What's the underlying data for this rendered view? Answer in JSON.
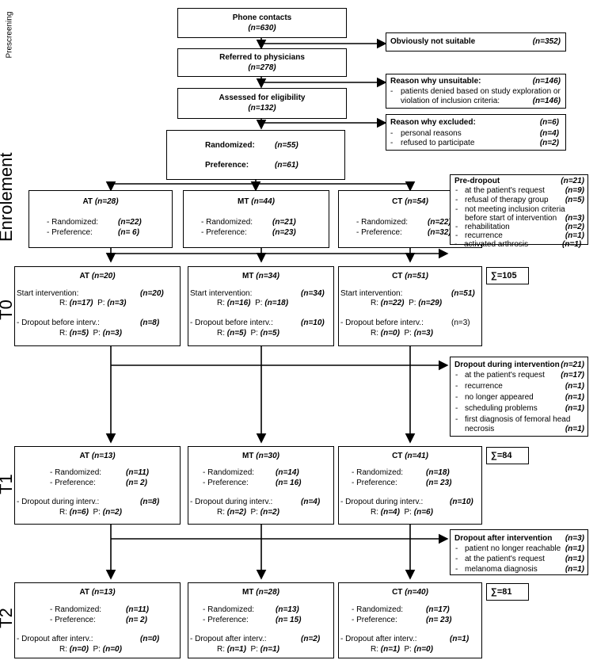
{
  "side_labels": {
    "prescreening": "Prescreening",
    "enrolement": "Enrolement",
    "t0": "T0",
    "t1": "T1",
    "t2": "T2"
  },
  "phone": {
    "title": "Phone contacts",
    "n": "(n=630)"
  },
  "not_suitable": {
    "label": "Obviously not suitable",
    "n": "(n=352)"
  },
  "referred": {
    "title": "Referred to physicians",
    "n": "(n=278)"
  },
  "unsuitable": {
    "title": "Reason why unsuitable:",
    "n": "(n=146)",
    "item_line1": "patients denied based on study exploration or",
    "item_line2": "violation of inclusion criteria:",
    "item_n": "(n=146)"
  },
  "assessed": {
    "title": "Assessed for eligibility",
    "n": "(n=132)"
  },
  "excluded": {
    "title": "Reason why excluded:",
    "n": "(n=6)",
    "items": [
      {
        "label": "personal reasons",
        "n": "(n=4)"
      },
      {
        "label": "refused to participate",
        "n": "(n=2)"
      }
    ]
  },
  "allocation": {
    "randomized_label": "Randomized:",
    "randomized_n": "(n=55)",
    "preference_label": "Preference:",
    "preference_n": "(n=61)"
  },
  "groups": [
    {
      "name": "AT",
      "n": "(n=28)",
      "rand": "- Randomized:",
      "rand_n": "(n=22)",
      "pref": "- Preference:",
      "pref_n": "(n= 6)"
    },
    {
      "name": "MT",
      "n": "(n=44)",
      "rand": "- Randomized:",
      "rand_n": "(n=21)",
      "pref": "- Preference:",
      "pref_n": "(n=23)"
    },
    {
      "name": "CT",
      "n": "(n=54)",
      "rand": "- Randomized:",
      "rand_n": "(n=22)",
      "pref": "- Preference:",
      "pref_n": "(n=32)"
    }
  ],
  "predropout": {
    "title": "Pre-dropout",
    "n": "(n=21)",
    "items": [
      {
        "label": "at the patient's request",
        "n": "(n=9)"
      },
      {
        "label": "refusal of therapy group",
        "n": "(n=5)"
      },
      {
        "label": "not meeting inclusion criteria",
        "label2": "before start of intervention",
        "n": "(n=3)"
      },
      {
        "label": "rehabilitation",
        "n": "(n=2)"
      },
      {
        "label": "recurrence",
        "n": "(n=1)"
      },
      {
        "label": "activated arthrosis",
        "n": "(n=1)"
      }
    ]
  },
  "t0": {
    "sum": "∑=105",
    "boxes": [
      {
        "name": "AT",
        "n": "(n=20)",
        "start": "Start intervention:",
        "start_n": "(n=20)",
        "r1": "R:",
        "r1n": "(n=17)",
        "p1": "P:",
        "p1n": "(n=3)",
        "drop": "- Dropout before interv.:",
        "drop_n": "(n=8)",
        "r2": "R:",
        "r2n": "(n=5)",
        "p2": "P:",
        "p2n": "(n=3)"
      },
      {
        "name": "MT",
        "n": "(n=34)",
        "start": "Start intervention:",
        "start_n": "(n=34)",
        "r1": "R:",
        "r1n": "(n=16)",
        "p1": "P:",
        "p1n": "(n=18)",
        "drop": "- Dropout before interv.:",
        "drop_n": "(n=10)",
        "r2": "R:",
        "r2n": "(n=5)",
        "p2": "P:",
        "p2n": "(n=5)"
      },
      {
        "name": "CT",
        "n": "(n=51)",
        "start": "Start intervention:",
        "start_n": "(n=51)",
        "r1": "R:",
        "r1n": "(n=22)",
        "p1": "P:",
        "p1n": "(n=29)",
        "drop": "- Dropout before interv.:",
        "drop_n": "(n=3)",
        "r2": "R:",
        "r2n": "(n=0)",
        "p2": "P:",
        "p2n": "(n=3)"
      }
    ]
  },
  "during": {
    "title": "Dropout during intervention",
    "n": "(n=21)",
    "items": [
      {
        "label": "at the patient's request",
        "n": "(n=17)"
      },
      {
        "label": "recurrence",
        "n": "(n=1)"
      },
      {
        "label": "no longer appeared",
        "n": "(n=1)"
      },
      {
        "label": "scheduling problems",
        "n": "(n=1)"
      },
      {
        "label": "first diagnosis of femoral head",
        "label2": "necrosis",
        "n": "(n=1)"
      }
    ]
  },
  "t1": {
    "sum": "∑=84",
    "boxes": [
      {
        "name": "AT",
        "n": "(n=13)",
        "rand": "- Randomized:",
        "rand_n": "(n=11)",
        "pref": "- Preference:",
        "pref_n": "(n= 2)",
        "drop": "- Dropout during interv.:",
        "drop_n": "(n=8)",
        "r": "R:",
        "rn": "(n=6)",
        "p": "P:",
        "pn": "(n=2)"
      },
      {
        "name": "MT",
        "n": "(n=30)",
        "rand": "- Randomized:",
        "rand_n": "(n=14)",
        "pref": "- Preference:",
        "pref_n": "(n= 16)",
        "drop": "- Dropout during interv.:",
        "drop_n": "(n=4)",
        "r": "R:",
        "rn": "(n=2)",
        "p": "P:",
        "pn": "(n=2)"
      },
      {
        "name": "CT",
        "n": "(n=41)",
        "rand": "- Randomized:",
        "rand_n": "(n=18)",
        "pref": "- Preference:",
        "pref_n": "(n= 23)",
        "drop": "- Dropout during interv.:",
        "drop_n": "(n=10)",
        "r": "R:",
        "rn": "(n=4)",
        "p": "P:",
        "pn": "(n=6)"
      }
    ]
  },
  "after": {
    "title": "Dropout after intervention",
    "n": "(n=3)",
    "items": [
      {
        "label": "patient no longer reachable",
        "n": "(n=1)"
      },
      {
        "label": "at the patient's request",
        "n": "(n=1)"
      },
      {
        "label": "melanoma diagnosis",
        "n": "(n=1)"
      }
    ]
  },
  "t2": {
    "sum": "∑=81",
    "boxes": [
      {
        "name": "AT",
        "n": "(n=13)",
        "rand": "- Randomized:",
        "rand_n": "(n=11)",
        "pref": "- Preference:",
        "pref_n": "(n= 2)",
        "drop": "- Dropout after interv.:",
        "drop_n": "(n=0)",
        "r": "R:",
        "rn": "(n=0)",
        "p": "P:",
        "pn": "(n=0)"
      },
      {
        "name": "MT",
        "n": "(n=28)",
        "rand": "- Randomized:",
        "rand_n": "(n=13)",
        "pref": "- Preference:",
        "pref_n": "(n= 15)",
        "drop": "- Dropout after interv.:",
        "drop_n": "(n=2)",
        "r": "R:",
        "rn": "(n=1)",
        "p": "P:",
        "pn": "(n=1)"
      },
      {
        "name": "CT",
        "n": "(n=40)",
        "rand": "- Randomized:",
        "rand_n": "(n=17)",
        "pref": "- Preference:",
        "pref_n": "(n= 23)",
        "drop": "- Dropout after interv.:",
        "drop_n": "(n=1)",
        "r": "R:",
        "rn": "(n=1)",
        "p": "P:",
        "pn": "(n=0)"
      }
    ]
  }
}
